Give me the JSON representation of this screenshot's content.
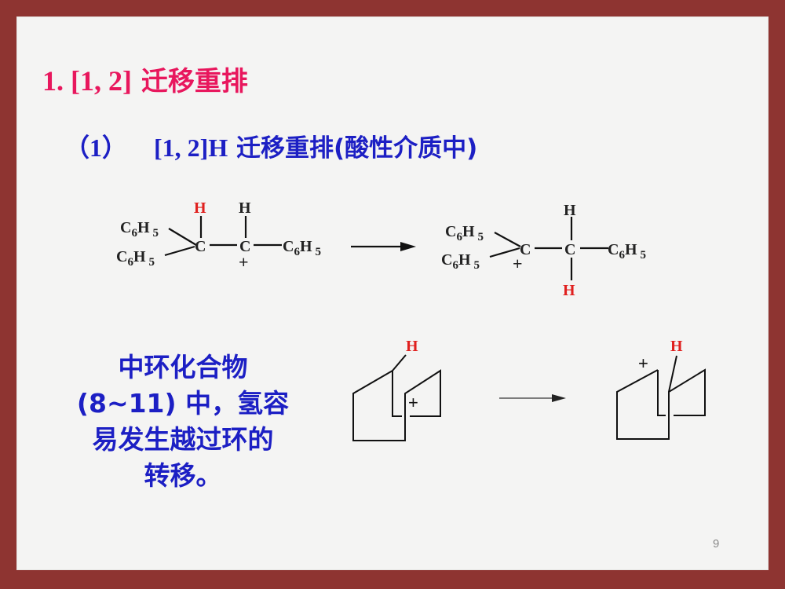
{
  "slide": {
    "page_number": "9",
    "border_color": "#8e3431",
    "background_color": "#f4f4f3"
  },
  "title": {
    "number": "1. [1, 2]",
    "text": "迁移重排",
    "color": "#e8175d"
  },
  "subtitle": {
    "index": "（1）",
    "prefix": "[1, 2]H",
    "text": "迁移重排(酸性介质中)",
    "color": "#1c1fc4"
  },
  "reaction1": {
    "reactant": {
      "substituents_left": [
        "C6H5",
        "C6H5"
      ],
      "migrating_h": "H",
      "carbocation_h": "H",
      "substituent_right": "C6H5",
      "charge": "+"
    },
    "arrow": "→",
    "product": {
      "substituents_left": [
        "C6H5",
        "C6H5"
      ],
      "top_h": "H",
      "migrated_h": "H",
      "substituent_right": "C6H5",
      "charge": "+"
    }
  },
  "note": {
    "lines": [
      "中环化合物",
      "(8~11) 中，氢容",
      "易发生越过环的",
      "转移。"
    ],
    "color": "#1c1fc4"
  },
  "reaction2": {
    "reactant": {
      "h_label": "H",
      "charge": "+"
    },
    "arrow": "→",
    "product": {
      "h_label": "H",
      "charge": "+"
    }
  },
  "colors": {
    "highlight_h": "#e0201e",
    "bond": "#111111"
  }
}
